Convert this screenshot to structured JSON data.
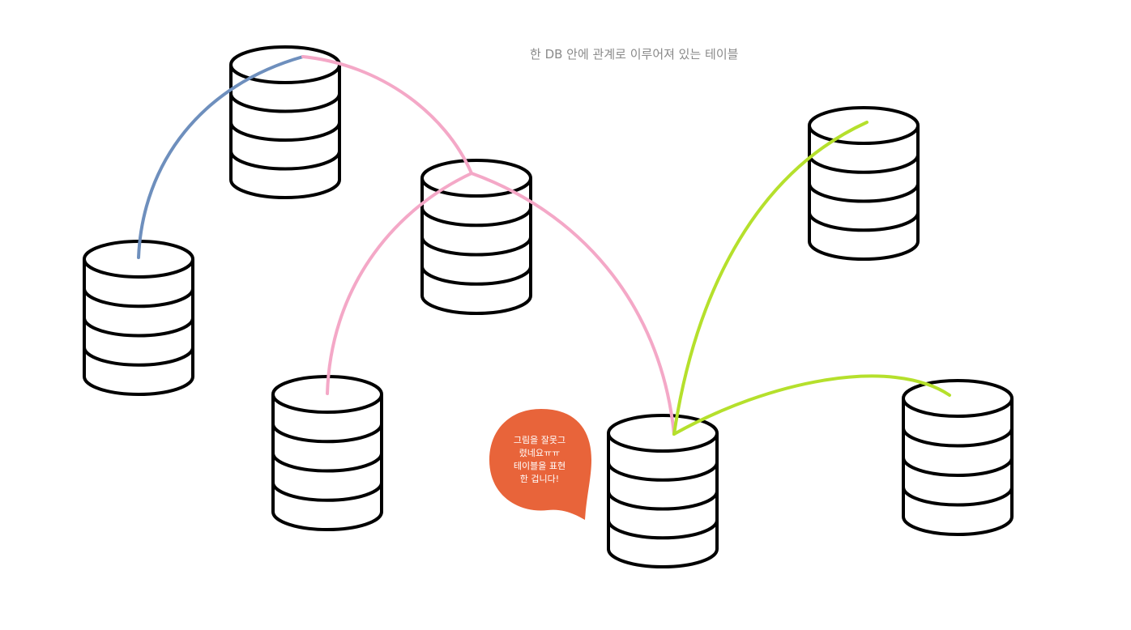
{
  "caption": "한 DB 안에 관계로 이루어져 있는 테이블",
  "bubble": {
    "lines": [
      "그림을 잘못그",
      "렸네요ㅠㅠ",
      "테이블을 표현",
      "한 겁니다!"
    ],
    "color": "#e8643a"
  },
  "colors": {
    "outline": "#000000",
    "link_blue": "#6e8fbd",
    "link_pink": "#f4a8c7",
    "link_green": "#b5e02c"
  },
  "databases": [
    {
      "name": "db-top-left"
    },
    {
      "name": "db-left"
    },
    {
      "name": "db-center"
    },
    {
      "name": "db-bottom-left"
    },
    {
      "name": "db-bottom-center"
    },
    {
      "name": "db-top-right"
    },
    {
      "name": "db-bottom-right"
    }
  ]
}
